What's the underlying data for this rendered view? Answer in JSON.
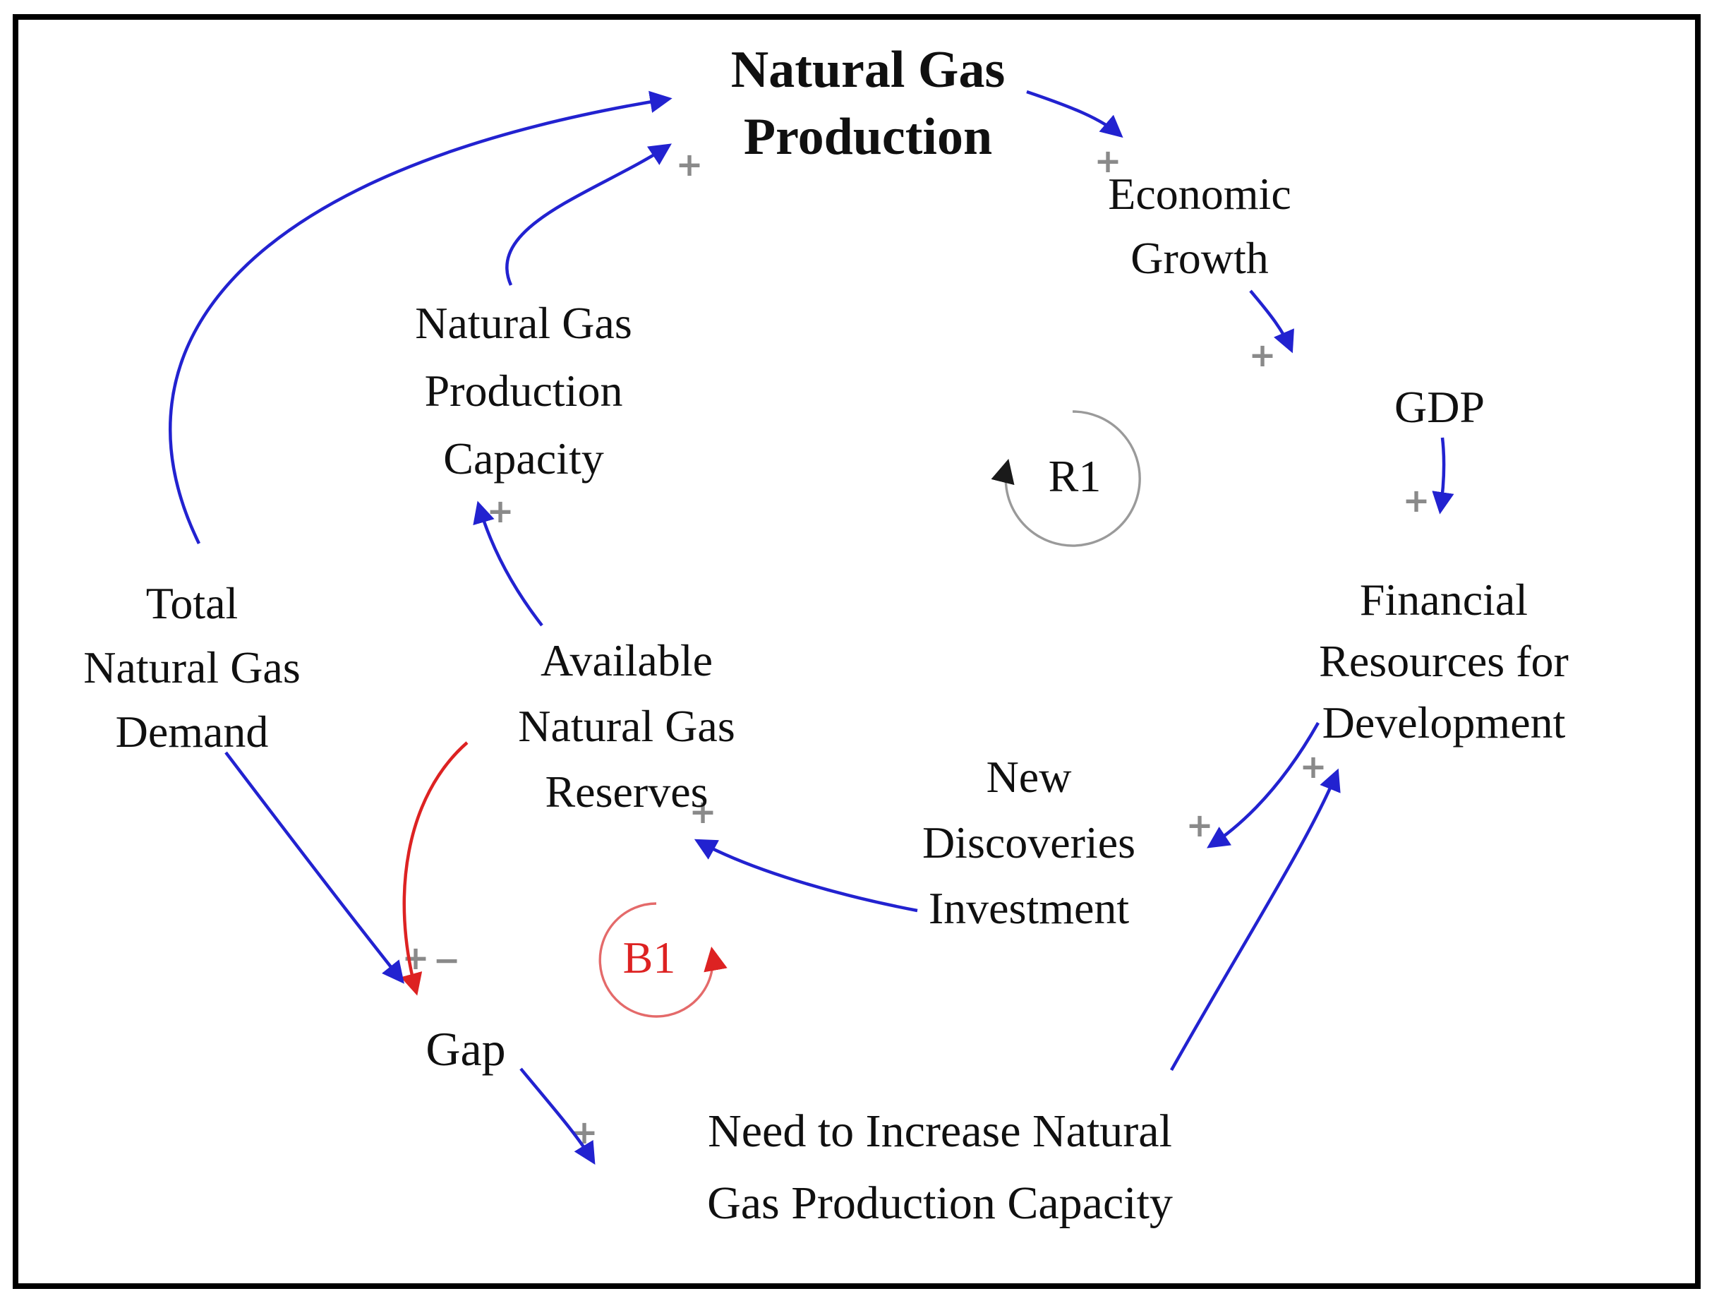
{
  "diagram": {
    "kind": "causal-loop-diagram",
    "nodes": {
      "natural_gas_production": {
        "label": "Natural Gas\nProduction"
      },
      "economic_growth": {
        "label": "Economic\nGrowth"
      },
      "gdp": {
        "label": "GDP"
      },
      "financial_resources": {
        "label": "Financial\nResources for\nDevelopment"
      },
      "new_discoveries_investment": {
        "label": "New\nDiscoveries\nInvestment"
      },
      "available_reserves": {
        "label": "Available\nNatural Gas\nReserves"
      },
      "production_capacity": {
        "label": "Natural Gas\nProduction\nCapacity"
      },
      "total_demand": {
        "label": "Total\nNatural Gas\nDemand"
      },
      "gap": {
        "label": "Gap"
      },
      "need_increase_capacity": {
        "label": "Need to Increase Natural\nGas Production Capacity"
      }
    },
    "loops": {
      "r1": {
        "label": "R1",
        "type": "reinforcing"
      },
      "b1": {
        "label": "B1",
        "type": "balancing"
      }
    },
    "links": [
      {
        "from": "Total Natural Gas Demand",
        "to": "Natural Gas Production",
        "sign": ""
      },
      {
        "from": "Natural Gas Production Capacity",
        "to": "Natural Gas Production",
        "sign": "+"
      },
      {
        "from": "Natural Gas Production",
        "to": "Economic Growth",
        "sign": "+"
      },
      {
        "from": "Economic Growth",
        "to": "GDP",
        "sign": "+"
      },
      {
        "from": "GDP",
        "to": "Financial Resources for Development",
        "sign": "+"
      },
      {
        "from": "Need to Increase Natural Gas Production Capacity",
        "to": "Financial Resources for Development",
        "sign": "+"
      },
      {
        "from": "Financial Resources for Development",
        "to": "New Discoveries Investment",
        "sign": "+"
      },
      {
        "from": "New Discoveries Investment",
        "to": "Available Natural Gas Reserves",
        "sign": "+"
      },
      {
        "from": "Available Natural Gas Reserves",
        "to": "Natural Gas Production Capacity",
        "sign": "+"
      },
      {
        "from": "Available Natural Gas Reserves",
        "to": "Gap",
        "sign": "−"
      },
      {
        "from": "Total Natural Gas Demand",
        "to": "Gap",
        "sign": "+"
      },
      {
        "from": "Gap",
        "to": "Need to Increase Natural Gas Production Capacity",
        "sign": "+"
      }
    ],
    "colors": {
      "positive_link": "#2222d0",
      "negative_link": "#dd2222",
      "reinforcing_loop_arc": "#9a9a9a",
      "reinforcing_loop_arrow": "#1a1a1a",
      "balancing_loop_arc": "#e46a6a",
      "balancing_loop_text": "#dd2222",
      "sign": "#8a8a8a",
      "text": "#101010",
      "border": "#000000",
      "background": "#ffffff"
    }
  }
}
